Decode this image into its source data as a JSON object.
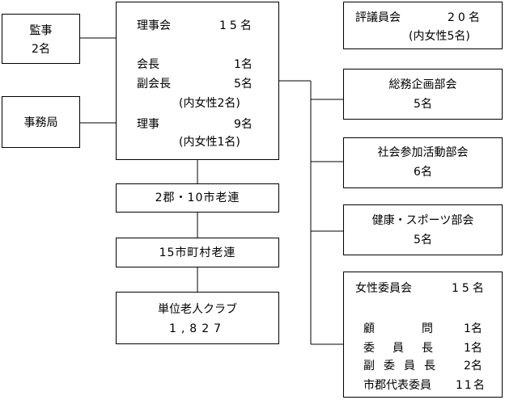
{
  "auditor": {
    "title": "監事",
    "count": "2名"
  },
  "secretariat": {
    "title": "事務局"
  },
  "board": {
    "title": "理事会",
    "title_count": "15名",
    "chair": "会長",
    "chair_count": "1名",
    "vice": "副会長",
    "vice_count": "5名",
    "vice_note": "(内女性2名)",
    "directors": "理事",
    "directors_count": "9名",
    "directors_note": "(内女性1名)"
  },
  "councilors": {
    "title": "評議員会",
    "count": "20名",
    "note": "(内女性5名)"
  },
  "planning": {
    "title": "総務企画部会",
    "count": "5名"
  },
  "social": {
    "title": "社会参加活動部会",
    "count": "6名"
  },
  "health": {
    "title": "健康・スポーツ部会",
    "count": "5名"
  },
  "women": {
    "title": "女性委員会",
    "count": "15名",
    "advisor": "顧　　　問",
    "advisor_count": "1名",
    "chairperson": "委　員　長",
    "chairperson_count": "1名",
    "vice_chair": "副委員長",
    "vice_chair_count": "2名",
    "rep": "市郡代表委員",
    "rep_count": "11名"
  },
  "county": {
    "label": "2郡・10市老連"
  },
  "municipal": {
    "label": "15市町村老連"
  },
  "clubs": {
    "label": "単位老人クラブ",
    "count": "1,827"
  }
}
